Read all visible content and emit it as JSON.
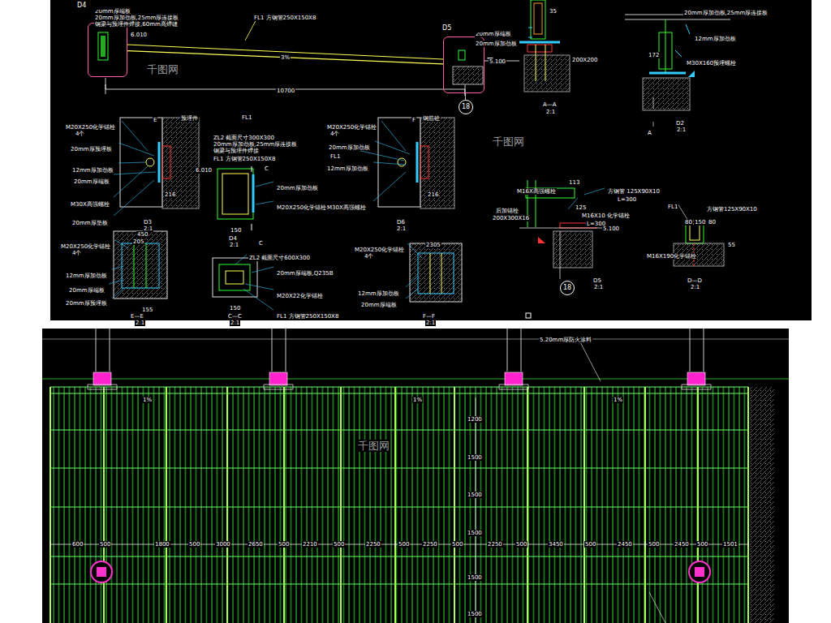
{
  "diagram": {
    "nodes": [
      {
        "text": [
          "D4"
        ]
      },
      {
        "text": [
          "D5"
        ]
      },
      {
        "text": [
          "18"
        ]
      },
      {
        "text": [
          "18"
        ]
      }
    ],
    "edges": [
      {
        "from": 0,
        "to": 1,
        "arrow": "none",
        "label": "3%"
      },
      {
        "from": 1,
        "to": 2,
        "arrow": "none"
      }
    ],
    "labels": [
      "20mm厚端板",
      "20mm厚加劲板,25mm厚连接板",
      "钢梁与预埋件焊接,60mm高焊缝",
      "6.010",
      "FL1 方钢管250X150X8",
      "10700",
      "FL1",
      "5.100",
      "35",
      "20mm厚端板",
      "20mm厚加劲板",
      "200X200",
      "A—A",
      "2:1",
      "20mm厚加劲板,25mm厚连接板",
      "12mm厚加劲板",
      "M30X160预埋螺栓",
      "172",
      "D2",
      "2:1",
      "A",
      "M20X250化学锚栓",
      "4个",
      "20mm厚预埋板",
      "12mm厚加劲板",
      "20mm厚端板",
      "M30X高强螺栓",
      "20mm厚垫板",
      "预埋件",
      "E",
      "216",
      "D3",
      "2:1",
      "ZL2 截面尺寸300X300",
      "20mm厚加劲板,25mm厚连接板",
      "钢梁与预埋件焊接",
      "FL1 方钢管250X150X8",
      "6.010",
      "C",
      "20mm厚加劲板",
      "M20X250化学锚栓",
      "150",
      "D4",
      "2:1",
      "C",
      "M20X250化学锚栓",
      "4个",
      "20mm厚加劲板",
      "FL1",
      "12mm厚加劲板",
      "M30X高强螺栓",
      "钢筋砼",
      "F",
      "216",
      "D6",
      "2:1",
      "M16X高强螺栓",
      "方钢管 125X90X10",
      "L=300",
      "后加锚栓",
      "200X300X16",
      "113",
      "125",
      "M16X10 化学锚栓",
      "L=300",
      "5.100",
      "D5",
      "2:1",
      "FL1",
      "方钢管125X90X10",
      "80",
      "150",
      "80",
      "M16X190化学锚栓",
      "55",
      "D—D",
      "2:1",
      "450",
      "205",
      "M20X250化学锚栓",
      "4个",
      "12mm厚加劲板",
      "20mm厚端板",
      "20mm厚预埋板",
      "155",
      "E—E",
      "2:1",
      "ZL2 截面尺寸600X300",
      "20mm厚端板,Q235B",
      "M20X22化学锚栓",
      "FL1 方钢管250X150X8",
      "150",
      "C—C",
      "2:1",
      "M20X250化学锚栓",
      "4个",
      "12mm厚加劲板",
      "20mm厚端板",
      "2305",
      "F—F",
      "2:1",
      "千图网",
      "千图网",
      "千图网",
      "5.20mm厚防火涂料",
      "1%",
      "1%",
      "1%",
      "1200",
      "1500",
      "1500",
      "1500",
      "1500",
      "1500",
      "600",
      "500",
      "1800",
      "500",
      "3000",
      "2650",
      "500",
      "2210",
      "500",
      "2250",
      "500",
      "2250",
      "500",
      "2250",
      "500",
      "3450",
      "500",
      "2450",
      "500",
      "2450",
      "500",
      "1501"
    ]
  }
}
